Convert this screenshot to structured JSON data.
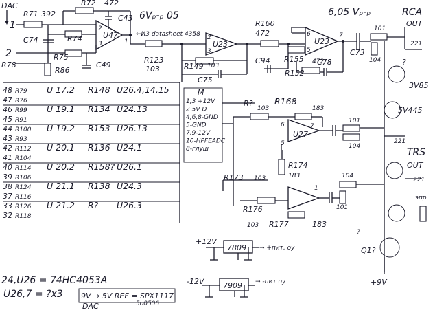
{
  "header": {
    "dac": "DAC",
    "in1": "1",
    "in2": "2"
  },
  "top": {
    "R71": "R71",
    "v392": "392",
    "R72": "R72",
    "v472": "472",
    "C43": "C43",
    "C74": "C74",
    "R74": "R74",
    "U47": "U47",
    "R75": "R75",
    "R78": "R78",
    "R86": "R86",
    "C49": "C49",
    "R123": "R123",
    "v103": "103",
    "vpp1": "6Vₚ-ₚ 05",
    "ds": "←И3 datasheet 4358",
    "U23a": "U23",
    "R149": "R149",
    "v103b": "103",
    "C75": "C75",
    "R160": "R160",
    "v472b": "472",
    "C94": "C94",
    "R155": "R155",
    "C78": "C78",
    "R152": "R152",
    "v472c": "472",
    "U23b": "U23",
    "vpp2": "6,05 Vₚ-ₚ",
    "C73": "C73",
    "R101": "101",
    "R104": "104",
    "rca": "RCA",
    "out": "OUT",
    "v221": "221"
  },
  "mid": {
    "M": "M",
    "pins": [
      "1,3 +12V",
      "2  5V D",
      "4,6,8-GND",
      "5-GND",
      "7,9-12V",
      "10-HPFEADC",
      "8-глуш"
    ],
    "Rq": "R?",
    "v103": "103",
    "R168": "R168",
    "v183": "183",
    "U27": "U27",
    "n6": "6",
    "n5": "5",
    "n7": "7",
    "n101": "101",
    "n104": "104",
    "R174": "R174",
    "v183b": "183",
    "R173": "R173",
    "v103b": "103",
    "R176": "R176",
    "v103c": "103",
    "R177": "R177",
    "v183c": "183",
    "n104b": "104",
    "n101b": "101",
    "n1": "1",
    "v3v85": "3V85",
    "v5v445": "5V445",
    "v221b": "221",
    "trs": "TRS",
    "trsout": "OUT",
    "v221c": "221",
    "q1": "Q1?",
    "plus9": "+9V",
    "nd": "?",
    "epr": "эпр"
  },
  "rows": [
    {
      "n": "48",
      "r": "R79",
      "u": "U 17.2",
      "r2": "R148",
      "u2": "U26.4,14,15"
    },
    {
      "n": "47",
      "r": "R76",
      "u": "",
      "r2": "",
      "u2": ""
    },
    {
      "n": "46",
      "r": "R99",
      "u": "U 19.1",
      "r2": "R134",
      "u2": "U24.13"
    },
    {
      "n": "45",
      "r": "R91",
      "u": "",
      "r2": "",
      "u2": ""
    },
    {
      "n": "44",
      "r": "R100",
      "u": "U 19.2",
      "r2": "R153",
      "u2": "U26.13"
    },
    {
      "n": "43",
      "r": "R93",
      "u": "",
      "r2": "",
      "u2": ""
    },
    {
      "n": "42",
      "r": "R112",
      "u": "U 20.1",
      "r2": "R136",
      "u2": "U24.1"
    },
    {
      "n": "41",
      "r": "R104",
      "u": "",
      "r2": "",
      "u2": ""
    },
    {
      "n": "40",
      "r": "R114",
      "u": "U 20.2",
      "r2": "R158?",
      "u2": "U26.1"
    },
    {
      "n": "39",
      "r": "R106",
      "u": "",
      "r2": "",
      "u2": ""
    },
    {
      "n": "38",
      "r": "R124",
      "u": "U 21.1",
      "r2": "R138",
      "u2": "U24.3"
    },
    {
      "n": "37",
      "r": "R116",
      "u": "",
      "r2": "",
      "u2": ""
    },
    {
      "n": "33",
      "r": "R126",
      "u": "U 21.2",
      "r2": "R?",
      "u2": "U26.3"
    },
    {
      "n": "32",
      "r": "R118",
      "u": "",
      "r2": "",
      "u2": ""
    }
  ],
  "bottom": {
    "u24": "24,U26 = 74HC4053A",
    "u26": "U26,7 = ?x3",
    "vref": "9V → 5V REF = SPX1117",
    "dac": "DAC",
    "s0506": "5о0506",
    "p12": "+12V",
    "r7809": "7809",
    "pit": "→ +пит. оу",
    "m12": "-12V",
    "r7909": "7909",
    "pit2": "→ -пит оу"
  }
}
